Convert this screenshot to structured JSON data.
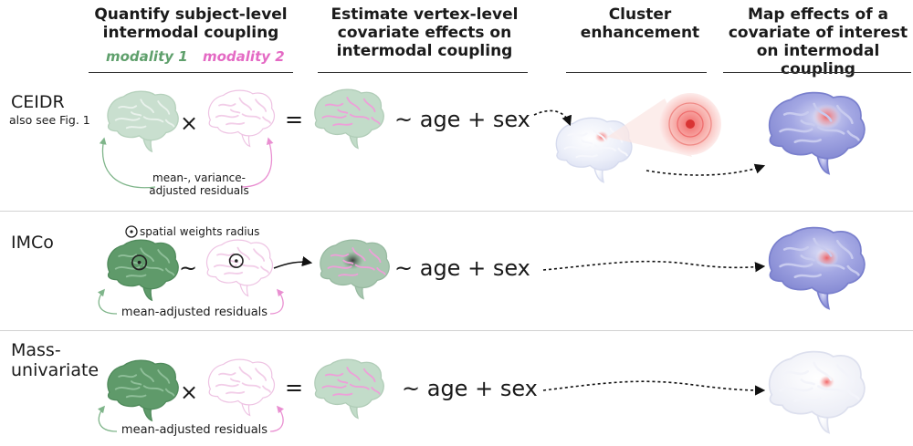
{
  "columns": {
    "quantify": "Quantify subject-level intermodal coupling",
    "estimate": "Estimate vertex-level covariate effects on intermodal coupling",
    "cluster": "Cluster enhancement",
    "map": "Map effects of a covariate of interest on intermodal coupling"
  },
  "modalities": {
    "m1": "modality 1",
    "m2": "modality 2"
  },
  "rows": {
    "ceidr": {
      "title": "CEIDR",
      "subtitle": "also see Fig. 1",
      "operator": "×",
      "equals": "=",
      "model": "~ age + sex",
      "residuals": "mean-, variance-adjusted residuals"
    },
    "imco": {
      "title": "IMCo",
      "radius": "spatial weights radius",
      "operator": "~",
      "model": "~ age + sex",
      "residuals": "mean-adjusted residuals"
    },
    "mass": {
      "title": "Mass-univariate",
      "operator": "×",
      "equals": "=",
      "model": "~ age + sex",
      "residuals": "mean-adjusted residuals"
    }
  },
  "colors": {
    "modality1": "#5fa06c",
    "modality2": "#e46ac4",
    "brain_light_green": "#c9dfcf",
    "brain_dark_green": "#5f9a6a",
    "brain_pink_outline": "#eec3e3",
    "effect_purple": "#8a8fd6",
    "hotspot": "#f06060"
  }
}
